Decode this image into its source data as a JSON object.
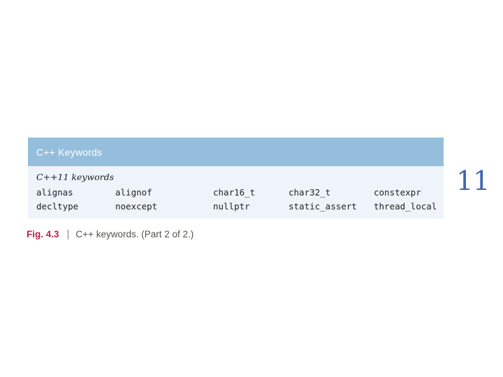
{
  "slide": {
    "page_number": "11"
  },
  "table": {
    "header_title": "C++ Keywords",
    "subheading": "C++11 keywords",
    "rows": [
      [
        "alignas",
        "alignof",
        "char16_t",
        "char32_t",
        "constexpr"
      ],
      [
        "decltype",
        "noexcept",
        "nullptr",
        "static_assert",
        "thread_local"
      ]
    ]
  },
  "caption": {
    "figure_label": "Fig. 4.3",
    "separator": "|",
    "text": "C++ keywords. (Part 2 of 2.)"
  },
  "colors": {
    "table_header_bg": "#95bedd",
    "table_body_bg": "#eef4fa",
    "header_text": "#ffffff",
    "keyword_text": "#1f1f1f",
    "figure_label_color": "#b9244a",
    "caption_text_color": "#57534e",
    "page_number_color": "#3d66b5"
  }
}
